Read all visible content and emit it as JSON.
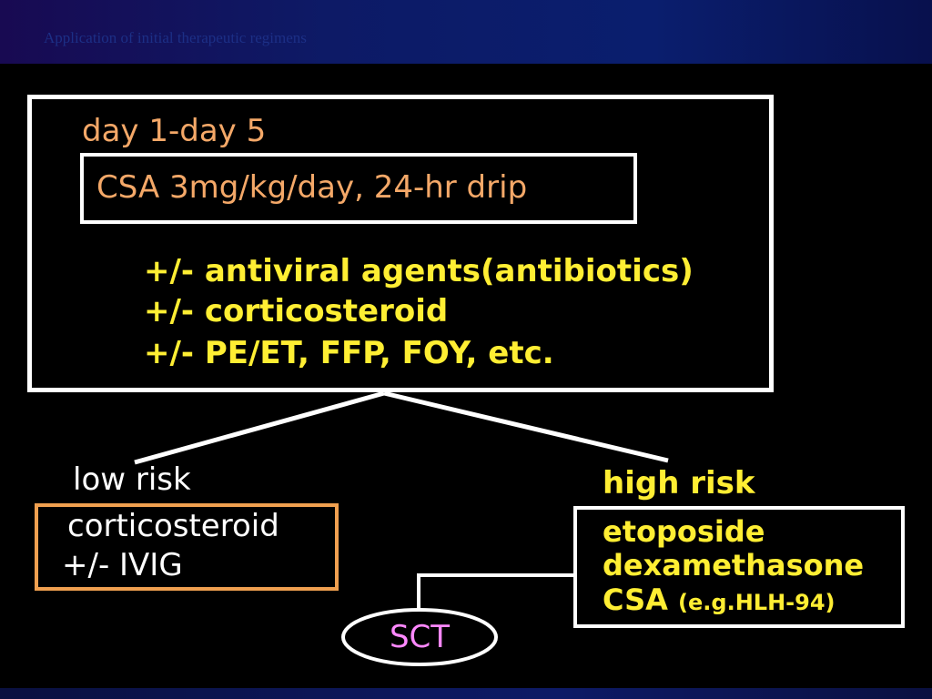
{
  "header": {
    "title": "Application of initial therapeutic regimens"
  },
  "main_box": {
    "day_label": "day 1-day 5",
    "csa_dose": "CSA 3mg/kg/day, 24-hr drip",
    "optional_lines": [
      "+/- antiviral agents(antibiotics)",
      "+/- corticosteroid",
      "+/- PE/ET, FFP, FOY, etc."
    ]
  },
  "low_risk": {
    "label": "low risk",
    "lines": [
      "corticosteroid",
      "+/- IVIG"
    ]
  },
  "high_risk": {
    "label": "high risk",
    "lines": [
      "etoposide",
      "dexamethasone",
      "CSA "
    ],
    "note": "(e.g.HLH-94)"
  },
  "sct": {
    "label": "SCT"
  },
  "colors": {
    "background": "#000000",
    "header": "#0d1a66",
    "orange_text": "#f4a868",
    "yellow_text": "#ffee33",
    "white": "#ffffff",
    "low_risk_border": "#f0a050",
    "sct_text": "#ff88ff"
  }
}
